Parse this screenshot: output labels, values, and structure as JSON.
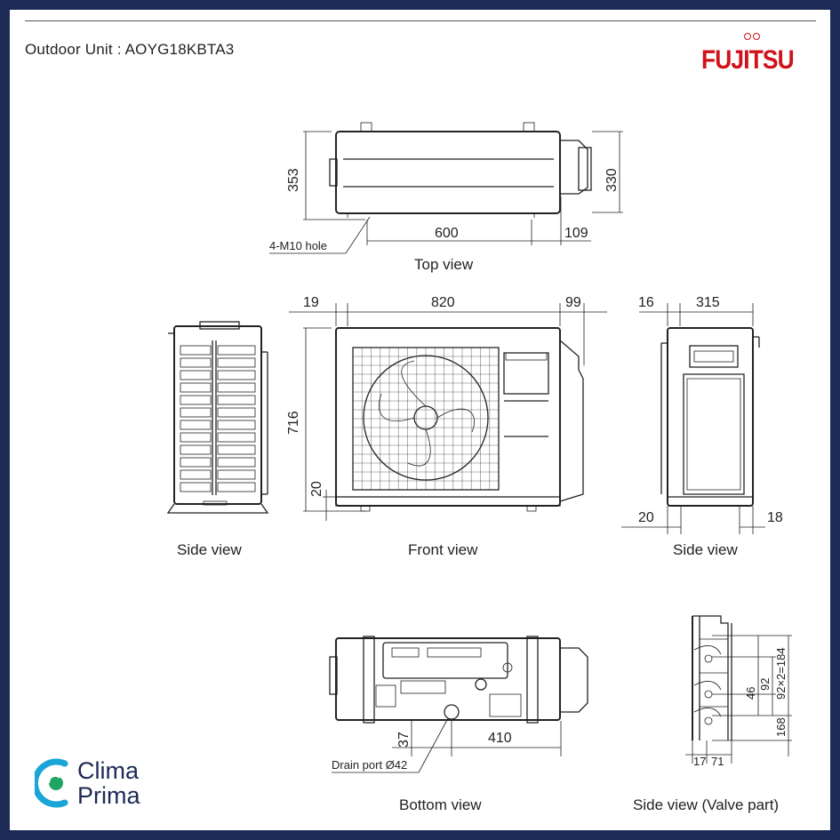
{
  "header": {
    "title": "Outdoor Unit : AOYG18KBTA3",
    "brand": "FUJITSU",
    "footer_logo_line1": "Clima",
    "footer_logo_line2": "Prima"
  },
  "captions": {
    "top_view": "Top view",
    "side_view_left": "Side view",
    "front_view": "Front view",
    "side_view_right": "Side view",
    "bottom_view": "Bottom view",
    "side_view_valve": "Side view (Valve part)"
  },
  "labels": {
    "mounting_hole": "4-M10 hole",
    "drain_port": "Drain port Ø42"
  },
  "dimensions": {
    "top_height_left": "353",
    "top_height_right": "330",
    "top_width": "600",
    "top_offset": "109",
    "front_left": "19",
    "front_width": "820",
    "front_right": "99",
    "front_height": "716",
    "front_base": "20",
    "side_left": "16",
    "side_width": "315",
    "side_base_left": "20",
    "side_base_right": "18",
    "bottom_offset": "37",
    "bottom_width": "410",
    "valve_46": "46",
    "valve_92": "92",
    "valve_184": "92×2=184",
    "valve_168": "168",
    "valve_17": "17",
    "valve_71": "71"
  },
  "colors": {
    "frame": "#1c2a55",
    "brand_red": "#d0121b",
    "logo_green": "#1fa463",
    "logo_blue": "#19a5d8"
  }
}
